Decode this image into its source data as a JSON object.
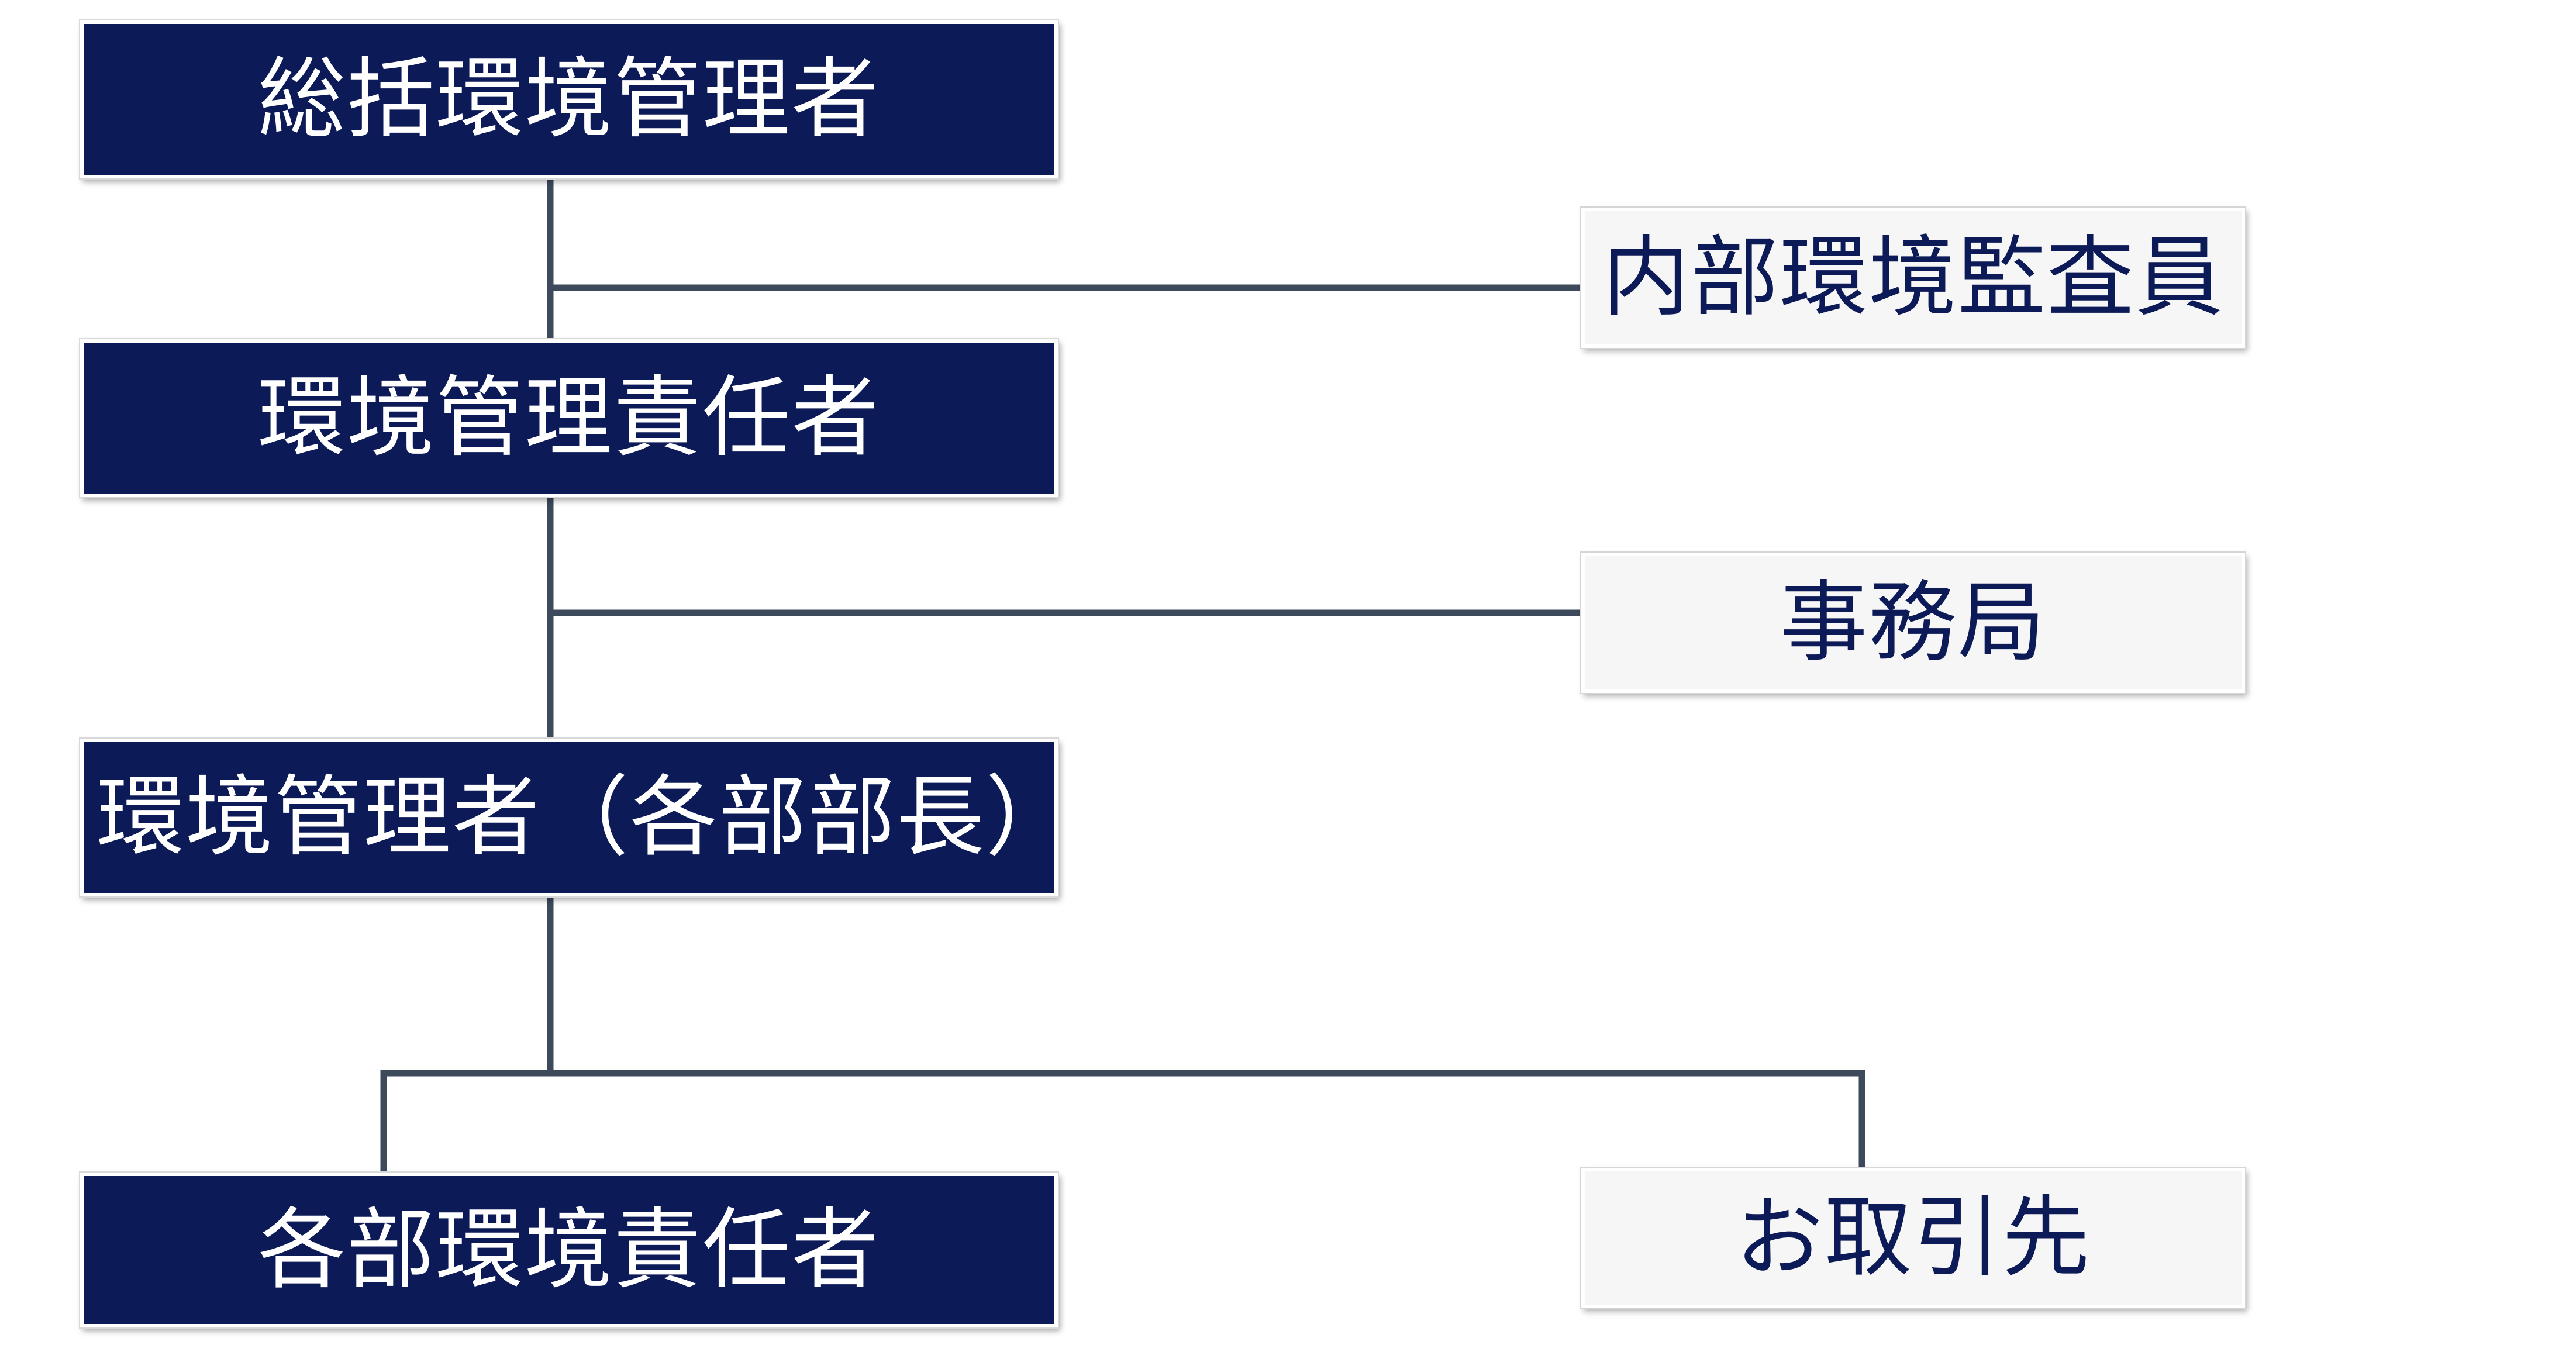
{
  "diagram": {
    "nodes": {
      "general_manager": "総括環境管理者",
      "internal_auditor": "内部環境監査員",
      "responsible_manager": "環境管理責任者",
      "office": "事務局",
      "env_manager": "環境管理者（各部部長）",
      "dept_responsible": "各部環境責任者",
      "clients": "お取引先"
    },
    "edges": [
      {
        "from": "general_manager",
        "to": "responsible_manager"
      },
      {
        "from": "general_manager",
        "to": "internal_auditor"
      },
      {
        "from": "responsible_manager",
        "to": "env_manager"
      },
      {
        "from": "responsible_manager",
        "to": "office"
      },
      {
        "from": "env_manager",
        "to": "dept_responsible"
      },
      {
        "from": "env_manager",
        "to": "clients"
      }
    ],
    "colors": {
      "dark_box": "#0c1a57",
      "light_box": "#f6f6f6",
      "connector": "#3d4a5c",
      "dark_text": "#ffffff",
      "light_text": "#0c1a57"
    }
  }
}
